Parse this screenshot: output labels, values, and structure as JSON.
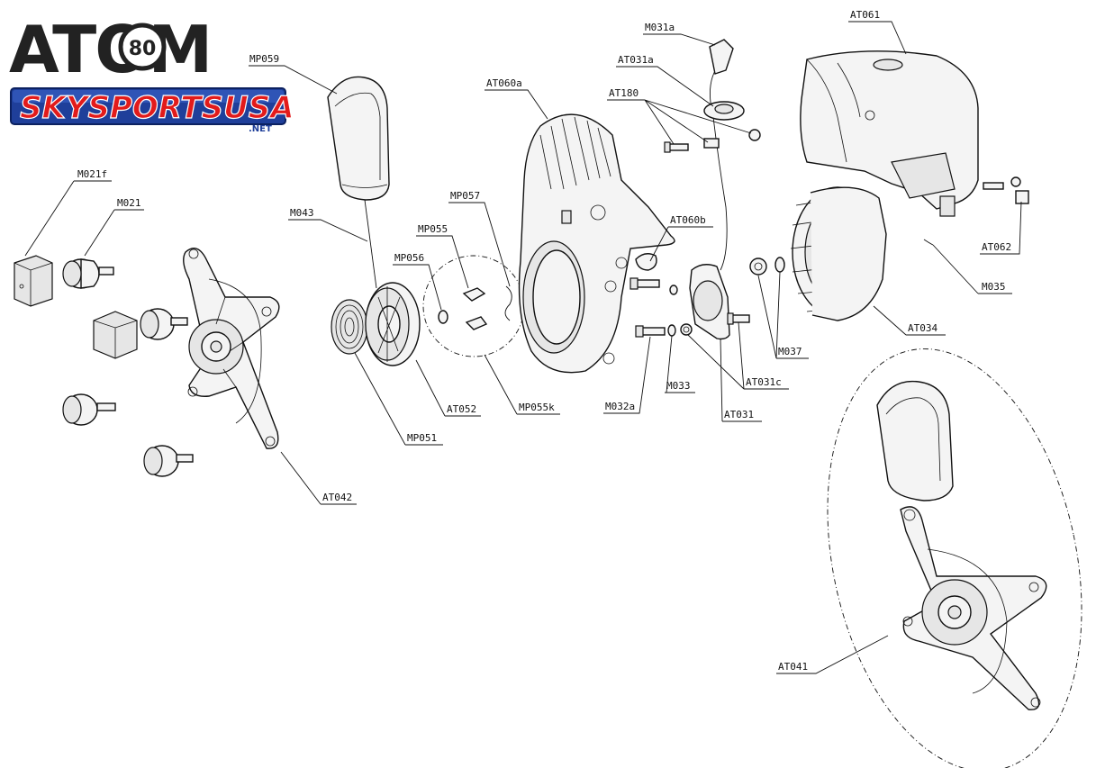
{
  "logo": {
    "brand": "ATOM",
    "badge_number": "80",
    "dealer": "SKYSPORTSUSA",
    "dealer_suffix": ".NET"
  },
  "labels": {
    "M021f": "M021f",
    "M021": "M021",
    "MP059": "MP059",
    "M043": "M043",
    "MP055": "MP055",
    "MP056": "MP056",
    "MP057": "MP057",
    "AT060a": "AT060a",
    "M031a": "M031a",
    "AT031a": "AT031a",
    "AT180": "AT180",
    "AT060b": "AT060b",
    "AT061": "AT061",
    "AT062": "AT062",
    "M035": "M035",
    "AT034": "AT034",
    "M037": "M037",
    "AT031c": "AT031c",
    "M033": "M033",
    "AT031": "AT031",
    "M032a": "M032a",
    "AT052": "AT052",
    "MP055k": "MP055k",
    "MP051": "MP051",
    "AT042": "AT042",
    "AT041": "AT041"
  }
}
